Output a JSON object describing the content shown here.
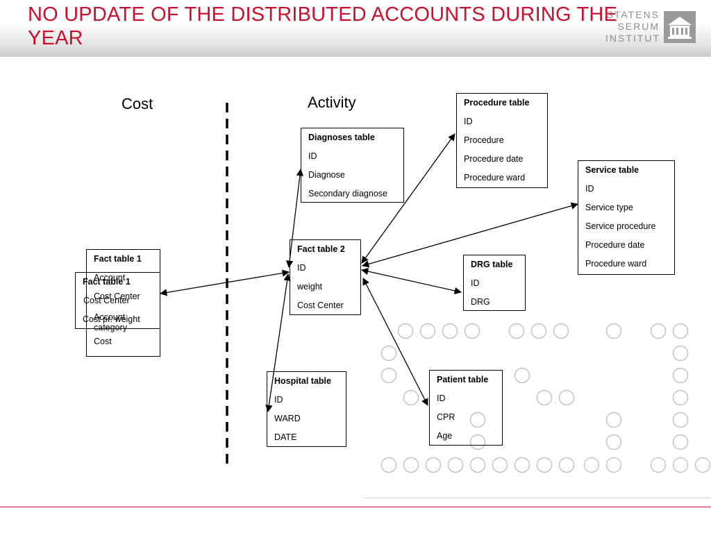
{
  "slide": {
    "title": "NO UPDATE OF THE DISTRIBUTED ACCOUNTS DURING THE YEAR",
    "logo_lines": [
      "STATENS",
      "SERUM",
      "INSTITUT"
    ]
  },
  "sections": {
    "cost": "Cost",
    "activity": "Activity"
  },
  "tables": {
    "fact_table_1": {
      "name": "Fact table 1",
      "fields": [
        "Account",
        "Cost Center",
        "Account category",
        "Cost"
      ]
    },
    "fact_table_1_overlay": {
      "name": "Fact table 1",
      "fields": [
        "Cost Center",
        "Cost pr. weight"
      ]
    },
    "diagnoses_table": {
      "name": "Diagnoses table",
      "fields": [
        "ID",
        "Diagnose",
        "Secondary diagnose"
      ]
    },
    "procedure_table": {
      "name": "Procedure table",
      "fields": [
        "ID",
        "Procedure",
        "Procedure date",
        "Procedure ward"
      ]
    },
    "service_table": {
      "name": "Service table",
      "fields": [
        "ID",
        "Service type",
        "Service procedure",
        "Procedure date",
        "Procedure ward"
      ]
    },
    "fact_table_2": {
      "name": "Fact table 2",
      "fields": [
        "ID",
        "weight",
        "Cost Center"
      ]
    },
    "drg_table": {
      "name": "DRG table",
      "fields": [
        "ID",
        "DRG"
      ]
    },
    "hospital_table": {
      "name": "Hospital table",
      "fields": [
        "ID",
        "WARD",
        "DATE"
      ]
    },
    "patient_table": {
      "name": "Patient table",
      "fields": [
        "ID",
        "CPR",
        "Age"
      ]
    }
  },
  "colors": {
    "title": "#c8102e",
    "logo": "#8d8d8d",
    "decor_circles": "#c4c4c4"
  }
}
